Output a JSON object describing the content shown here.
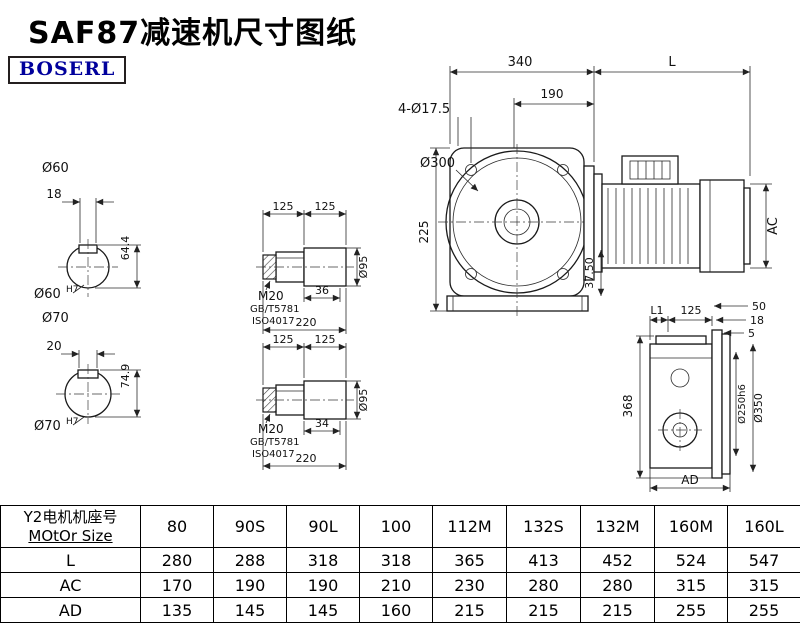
{
  "title": "SAF87减速机尺寸图纸",
  "logo": "BOSERL",
  "views": {
    "shaft_end_a": {
      "dia": "Ø60",
      "key_w": "18",
      "height": "64.4",
      "bore": "Ø60",
      "tol": "H7"
    },
    "shaft_end_b": {
      "dia": "Ø70",
      "key_w": "20",
      "height": "74.9",
      "bore": "Ø70",
      "tol": "H7"
    },
    "shaft_detail_a": {
      "seg1": "125",
      "seg2": "125",
      "thread": "M20",
      "std1": "GB/T5781",
      "std2": "ISO4017",
      "thread_len": "36",
      "total_len": "220",
      "dia": "Ø95"
    },
    "shaft_detail_b": {
      "seg1": "125",
      "seg2": "125",
      "thread": "M20",
      "std1": "GB/T5781",
      "std2": "ISO4017",
      "thread_len": "34",
      "total_len": "220",
      "dia": "Ø95"
    },
    "front": {
      "width": "340",
      "motor_len": "L",
      "flange_to_joint": "190",
      "holes": "4-Ø17.5",
      "flange_dia": "Ø300",
      "center_height": "225",
      "foot": "37.50",
      "motor_height": "AC"
    },
    "side": {
      "l1": "L1",
      "d125": "125",
      "d50": "50",
      "d18": "18",
      "d5": "5",
      "height": "368",
      "spigot": "Ø250h6",
      "flange": "Ø350",
      "width": "AD"
    }
  },
  "table": {
    "header_cn": "Y2电机机座号",
    "header_en": "MOtOr Size",
    "columns": [
      "80",
      "90S",
      "90L",
      "100",
      "112M",
      "132S",
      "132M",
      "160M",
      "160L"
    ],
    "rows": [
      {
        "label": "L",
        "values": [
          "280",
          "288",
          "318",
          "318",
          "365",
          "413",
          "452",
          "524",
          "547"
        ]
      },
      {
        "label": "AC",
        "values": [
          "170",
          "190",
          "190",
          "210",
          "230",
          "280",
          "280",
          "315",
          "315"
        ]
      },
      {
        "label": "AD",
        "values": [
          "135",
          "145",
          "145",
          "160",
          "215",
          "215",
          "215",
          "255",
          "255"
        ]
      }
    ]
  }
}
